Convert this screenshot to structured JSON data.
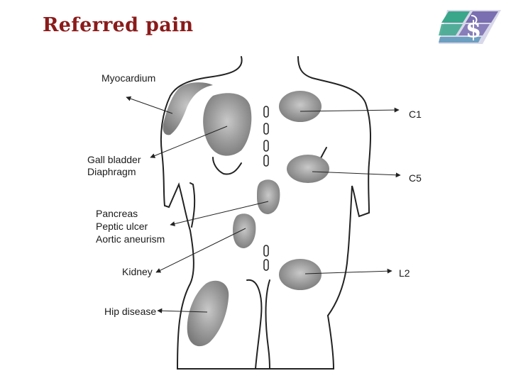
{
  "title": "Referred pain",
  "labels": {
    "myocardium": "Myocardium",
    "gall_bladder": "Gall bladder",
    "diaphragm": "Diaphragm",
    "pancreas": "Pancreas",
    "peptic_ulcer": "Peptic ulcer",
    "aortic_aneurism": "Aortic aneurism",
    "kidney": "Kidney",
    "hip_disease": "Hip disease",
    "c1": "C1",
    "c5": "C5",
    "l2": "L2"
  },
  "colors": {
    "title": "#8b1a1a",
    "pain_region": "#8c8c8c",
    "outline": "#222222",
    "logo_green": "#3aa68a",
    "logo_purple": "#7a6fb0"
  },
  "logo": {
    "icon": "caduceus-dollar-logo-icon"
  }
}
